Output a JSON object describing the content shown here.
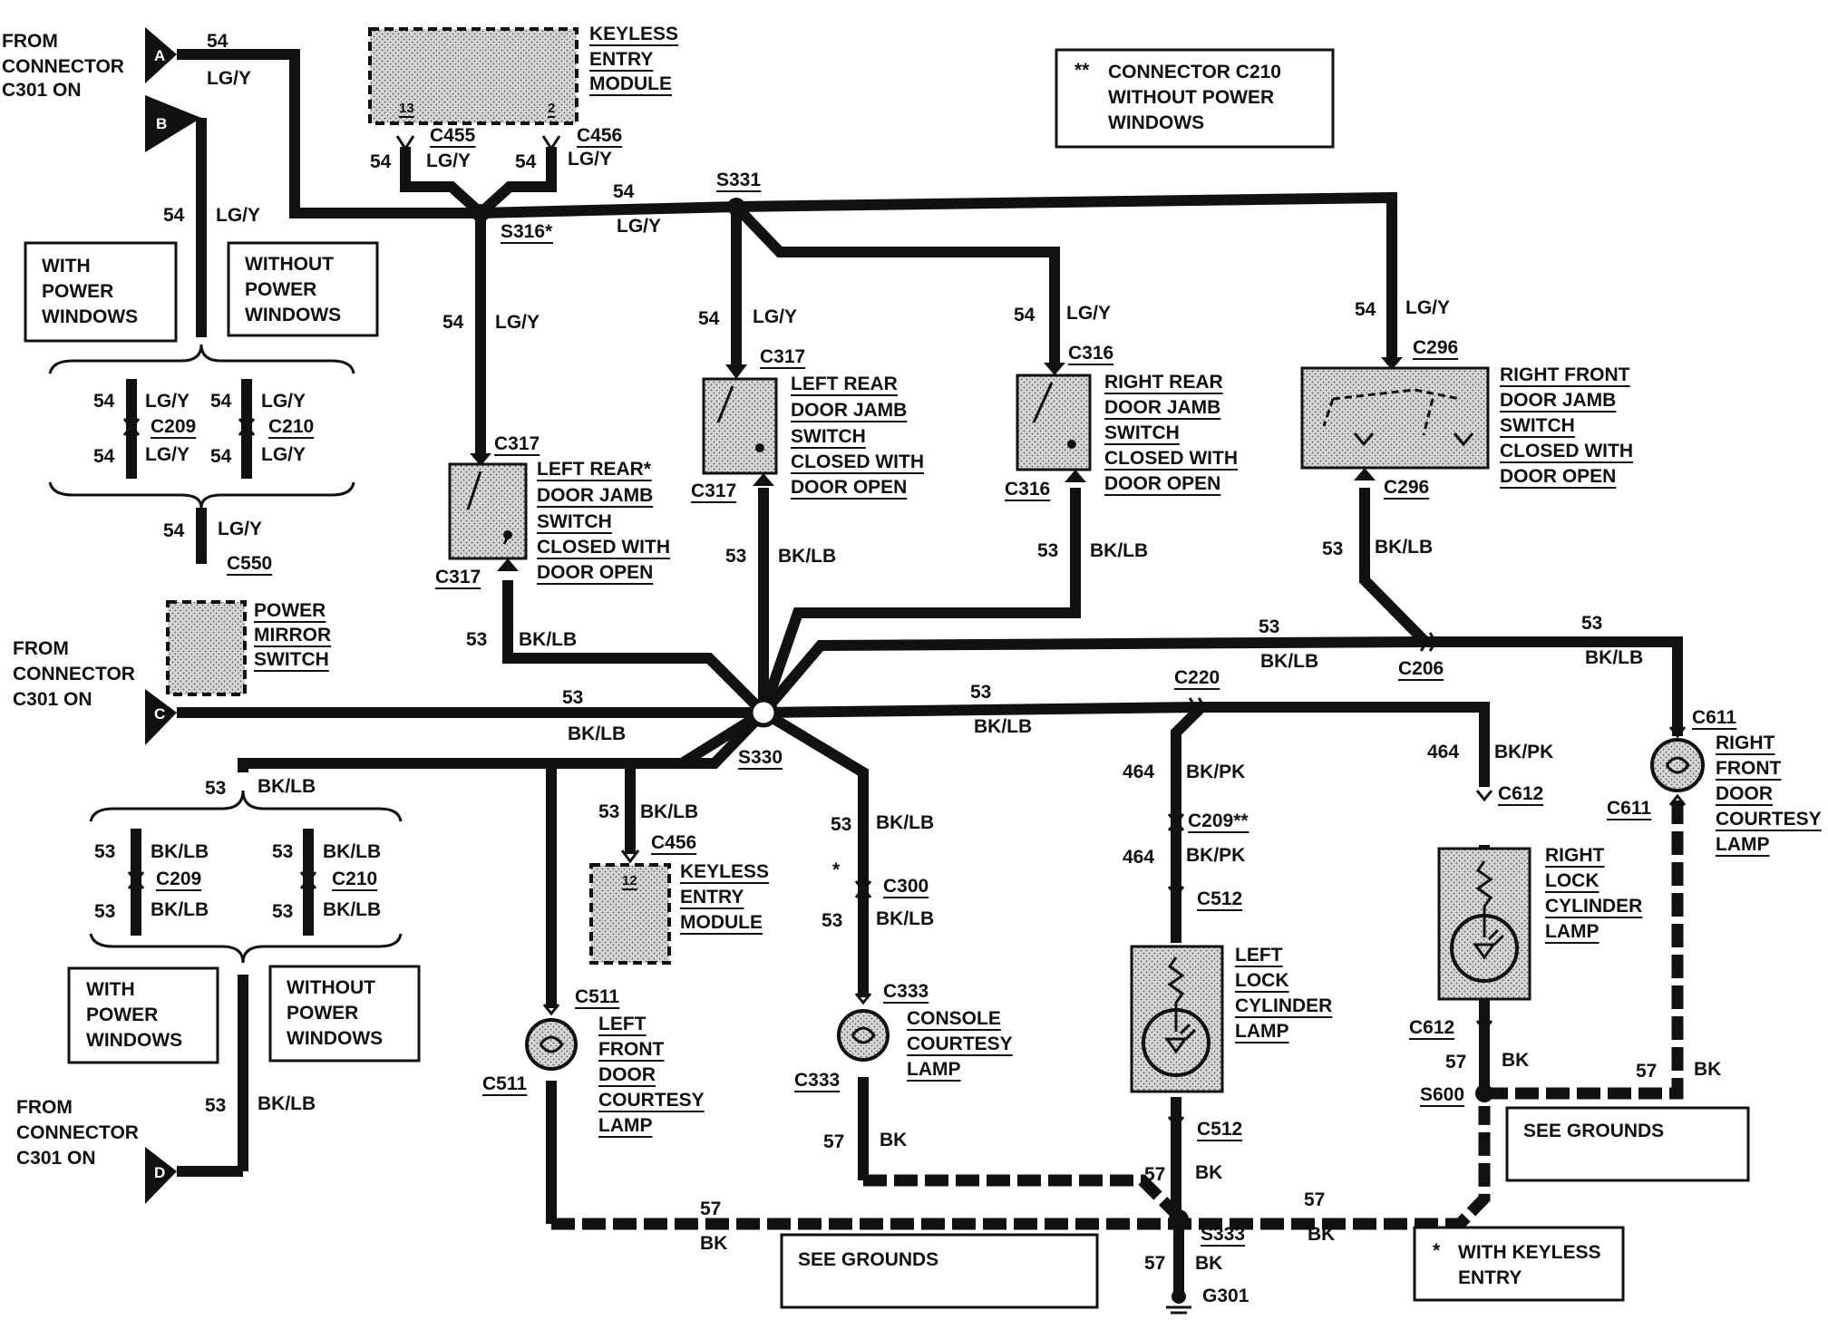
{
  "connectors_from": {
    "a": {
      "label_lines": [
        "FROM",
        "CONNECTOR",
        "C301 ON"
      ],
      "letter": "A"
    },
    "b": {
      "letter": "B"
    },
    "c": {
      "label_lines": [
        "FROM",
        "CONNECTOR",
        "C301 ON"
      ],
      "letter": "C"
    },
    "d": {
      "label_lines": [
        "FROM",
        "CONNECTOR",
        "C301 ON"
      ],
      "letter": "D"
    }
  },
  "notes": {
    "c210": {
      "mark": "**",
      "lines": [
        "CONNECTOR C210",
        "WITHOUT POWER",
        "WINDOWS"
      ]
    },
    "keyless": {
      "mark": "*",
      "lines": [
        "WITH KEYLESS",
        "ENTRY"
      ]
    },
    "see_grounds": "SEE GROUNDS"
  },
  "boxes": {
    "with_pw": [
      "WITH",
      "POWER",
      "WINDOWS"
    ],
    "without_pw": [
      "WITHOUT",
      "POWER",
      "WINDOWS"
    ]
  },
  "components": {
    "keyless_top": {
      "lines": [
        "KEYLESS",
        "ENTRY",
        "MODULE"
      ],
      "pin_a": "13",
      "pin_b": "2"
    },
    "keyless_bottom": {
      "lines": [
        "KEYLESS",
        "ENTRY",
        "MODULE"
      ],
      "pin": "12"
    },
    "power_mirror": [
      "POWER",
      "MIRROR",
      "SWITCH"
    ],
    "left_rear_star": [
      "LEFT REAR*",
      "DOOR JAMB",
      "SWITCH",
      "CLOSED WITH",
      "DOOR OPEN"
    ],
    "left_rear": [
      "LEFT REAR",
      "DOOR JAMB",
      "SWITCH",
      "CLOSED WITH",
      "DOOR OPEN"
    ],
    "right_rear": [
      "RIGHT REAR",
      "DOOR JAMB",
      "SWITCH",
      "CLOSED WITH",
      "DOOR OPEN"
    ],
    "right_front": [
      "RIGHT FRONT",
      "DOOR JAMB",
      "SWITCH",
      "CLOSED WITH",
      "DOOR OPEN"
    ],
    "left_front_lamp": [
      "LEFT",
      "FRONT",
      "DOOR",
      "COURTESY",
      "LAMP"
    ],
    "console_lamp": [
      "CONSOLE",
      "COURTESY",
      "LAMP"
    ],
    "left_lock_lamp": [
      "LEFT",
      "LOCK",
      "CYLINDER",
      "LAMP"
    ],
    "right_lock_lamp": [
      "RIGHT",
      "LOCK",
      "CYLINDER",
      "LAMP"
    ],
    "right_front_lamp": [
      "RIGHT",
      "FRONT",
      "DOOR",
      "COURTESY",
      "LAMP"
    ]
  },
  "wires": {
    "c54": "54",
    "lgy": "LG/Y",
    "c53": "53",
    "bklb": "BK/LB",
    "c57": "57",
    "bk": "BK",
    "c464": "464",
    "bkpk": "BK/PK"
  },
  "connectors": {
    "c455": "C455",
    "c456": "C456",
    "c209": "C209",
    "c210": "C210",
    "c550": "C550",
    "c317": "C317",
    "c316": "C316",
    "c296": "C296",
    "c220": "C220",
    "c206": "C206",
    "c611": "C611",
    "c612": "C612",
    "c511": "C511",
    "c300": "C300",
    "c333": "C333",
    "c512": "C512",
    "c209ss": "C209**",
    "star": "*"
  },
  "splices": {
    "s316": "S316*",
    "s331": "S331",
    "s330": "S330",
    "s333": "S333",
    "s600": "S600",
    "g301": "G301"
  }
}
